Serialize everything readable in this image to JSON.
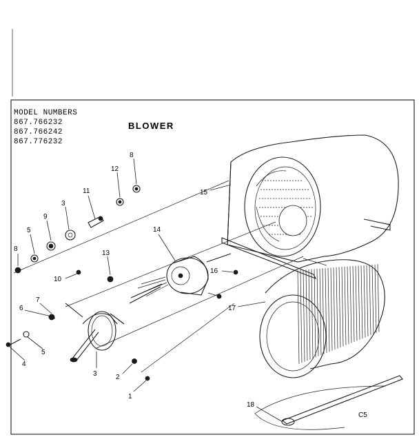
{
  "header": {
    "model_label": "MODEL NUMBERS",
    "models": [
      "867.766232",
      "867.766242",
      "867.776232"
    ],
    "title": "BLOWER"
  },
  "callouts": {
    "c1": "1",
    "c2": "2",
    "c3a": "3",
    "c3b": "3",
    "c4": "4",
    "c5a": "5",
    "c5b": "5",
    "c6": "6",
    "c7": "7",
    "c8a": "8",
    "c8b": "8",
    "c9": "9",
    "c10": "10",
    "c11": "11",
    "c12": "12",
    "c13": "13",
    "c14": "14",
    "c15": "15",
    "c16": "16",
    "c17": "17",
    "c18": "18"
  },
  "footer": {
    "code": "C5"
  }
}
